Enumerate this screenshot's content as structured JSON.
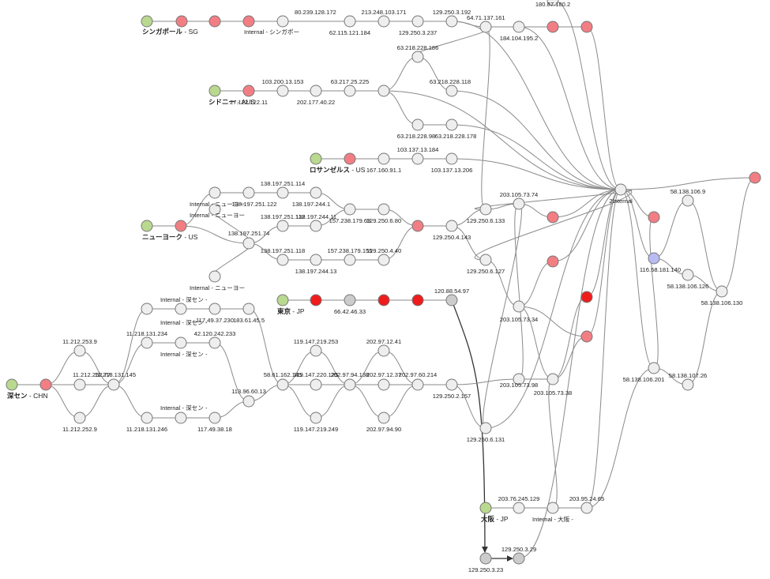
{
  "colors": {
    "source": "#b9d98f",
    "hop": "#eeeeee",
    "hot": "#f27e84",
    "red": "#ee1c1c",
    "blue": "#b8bcf2",
    "dark": "#cccccc",
    "edge": "#8a8a8a"
  },
  "sources": [
    {
      "id": "sg",
      "city": "シンガポール",
      "suffix": "- SG"
    },
    {
      "id": "au",
      "city": "シドニー",
      "suffix": "- AUS"
    },
    {
      "id": "la",
      "city": "ロサンゼルス",
      "suffix": "- US"
    },
    {
      "id": "ny",
      "city": "ニューヨーク",
      "suffix": "- US"
    },
    {
      "id": "tk",
      "city": "東京",
      "suffix": "- JP"
    },
    {
      "id": "sz",
      "city": "深セン",
      "suffix": "- CHN"
    },
    {
      "id": "os",
      "city": "大阪",
      "suffix": "- JP"
    }
  ],
  "labels": [
    {
      "id": "sg4",
      "text": "Internal - シンガポー"
    },
    {
      "id": "sg5",
      "text": "80.239.128.172"
    },
    {
      "id": "sg6",
      "text": "62.115.121.184"
    },
    {
      "id": "sg7",
      "text": "213.248.103.171"
    },
    {
      "id": "sg8",
      "text": "129.250.3.237"
    },
    {
      "id": "sg9",
      "text": "129.250.3.192"
    },
    {
      "id": "j1",
      "text": "64.71.137.161"
    },
    {
      "id": "j2",
      "text": "184.104.195.2"
    },
    {
      "id": "top",
      "text": "180.87.180.2"
    },
    {
      "id": "au2",
      "text": "27.122.122.11"
    },
    {
      "id": "au3",
      "text": "103.200.13.153"
    },
    {
      "id": "au4",
      "text": "202.177.40.22"
    },
    {
      "id": "au5",
      "text": "63.217.25.225"
    },
    {
      "id": "a1",
      "text": "63.218.228.186"
    },
    {
      "id": "a2",
      "text": "63.218.228.118"
    },
    {
      "id": "a3",
      "text": "63.218.228.98"
    },
    {
      "id": "a4",
      "text": "63.218.228.178"
    },
    {
      "id": "la3",
      "text": "167.160.91.1"
    },
    {
      "id": "la4",
      "text": "103.137.13.184"
    },
    {
      "id": "la5",
      "text": "103.137.13.206"
    },
    {
      "id": "ny1",
      "text": "Internal - ニューヨー"
    },
    {
      "id": "ny3",
      "text": "138.197.251.122"
    },
    {
      "id": "ny4",
      "text": "138.197.251.114"
    },
    {
      "id": "ny5",
      "text": "138.197.244.1"
    },
    {
      "id": "ny6",
      "text": "Internal - ニューヨー"
    },
    {
      "id": "ny7",
      "text": "138.197.251.74"
    },
    {
      "id": "ny8",
      "text": "138.197.251.112"
    },
    {
      "id": "ny9",
      "text": "138.197.244.11"
    },
    {
      "id": "ny10",
      "text": "138.197.251.118"
    },
    {
      "id": "ny11",
      "text": "138.197.244.13"
    },
    {
      "id": "ny12",
      "text": "Internal - ニューヨー"
    },
    {
      "id": "ny13",
      "text": "157.238.179.69"
    },
    {
      "id": "ny14",
      "text": "129.250.6.80"
    },
    {
      "id": "ny15",
      "text": "157.238.179.155"
    },
    {
      "id": "ny16",
      "text": "129.250.4.40"
    },
    {
      "id": "ny18",
      "text": "129.250.4.143"
    },
    {
      "id": "m1",
      "text": "129.250.6.133"
    },
    {
      "id": "m2",
      "text": "129.250.6.127"
    },
    {
      "id": "m3",
      "text": "203.105.73.74"
    },
    {
      "id": "m4",
      "text": "203.105.73.34"
    },
    {
      "id": "m5",
      "text": "203.105.73.98"
    },
    {
      "id": "m6",
      "text": "203.105.73.38"
    },
    {
      "id": "m7",
      "text": "129.250.6.131"
    },
    {
      "id": "tk3",
      "text": "66.42.46.33"
    },
    {
      "id": "tk6",
      "text": "120.88.54.97"
    },
    {
      "id": "in",
      "text": "2Internal"
    },
    {
      "id": "r2",
      "text": "116.58.181.140"
    },
    {
      "id": "r3",
      "text": "58.138.106.9"
    },
    {
      "id": "r4",
      "text": "58.138.106.126"
    },
    {
      "id": "r5",
      "text": "58.138.106.130"
    },
    {
      "id": "r6",
      "text": "58.138.106.201"
    },
    {
      "id": "r7",
      "text": "58.138.107.26"
    },
    {
      "id": "sz3",
      "text": "11.212.253.9"
    },
    {
      "id": "sz4",
      "text": "11.212.252.77"
    },
    {
      "id": "sz5",
      "text": "11.212.252.9"
    },
    {
      "id": "sz6",
      "text": "11.218.131.145"
    },
    {
      "id": "sz7",
      "text": "Internal - 深セン -"
    },
    {
      "id": "sz8",
      "text": "11.218.131.234"
    },
    {
      "id": "sz9",
      "text": "11.218.131.246"
    },
    {
      "id": "sz10",
      "text": "Internal - 深セン -"
    },
    {
      "id": "sz11",
      "text": "117.49.37.230"
    },
    {
      "id": "sz12",
      "text": "Internal - 深セン -"
    },
    {
      "id": "sz13",
      "text": "42.120.242.233"
    },
    {
      "id": "sz14",
      "text": "183.61.45.5"
    },
    {
      "id": "sz15",
      "text": "Internal - 深セン -"
    },
    {
      "id": "sz16",
      "text": "117.49.38.18"
    },
    {
      "id": "sz17",
      "text": "113.96.60.13"
    },
    {
      "id": "sz18",
      "text": "58.61.162.145"
    },
    {
      "id": "sz19",
      "text": "119.147.219.253"
    },
    {
      "id": "sz20",
      "text": "119.147.220.125"
    },
    {
      "id": "sz21",
      "text": "119.147.219.249"
    },
    {
      "id": "sz22",
      "text": "202.97.94.138"
    },
    {
      "id": "sz23",
      "text": "202.97.12.41"
    },
    {
      "id": "sz24",
      "text": "202.97.12.37"
    },
    {
      "id": "sz25",
      "text": "202.97.94.90"
    },
    {
      "id": "sz26",
      "text": "202.97.60.214"
    },
    {
      "id": "sz27",
      "text": "129.250.2.157"
    },
    {
      "id": "os2",
      "text": "203.76.245.129"
    },
    {
      "id": "os3",
      "text": "Internal - 大阪 -"
    },
    {
      "id": "os4",
      "text": "203.95.24.65"
    },
    {
      "id": "b1",
      "text": "129.250.3.23"
    },
    {
      "id": "b2",
      "text": "129.250.3.29"
    }
  ]
}
